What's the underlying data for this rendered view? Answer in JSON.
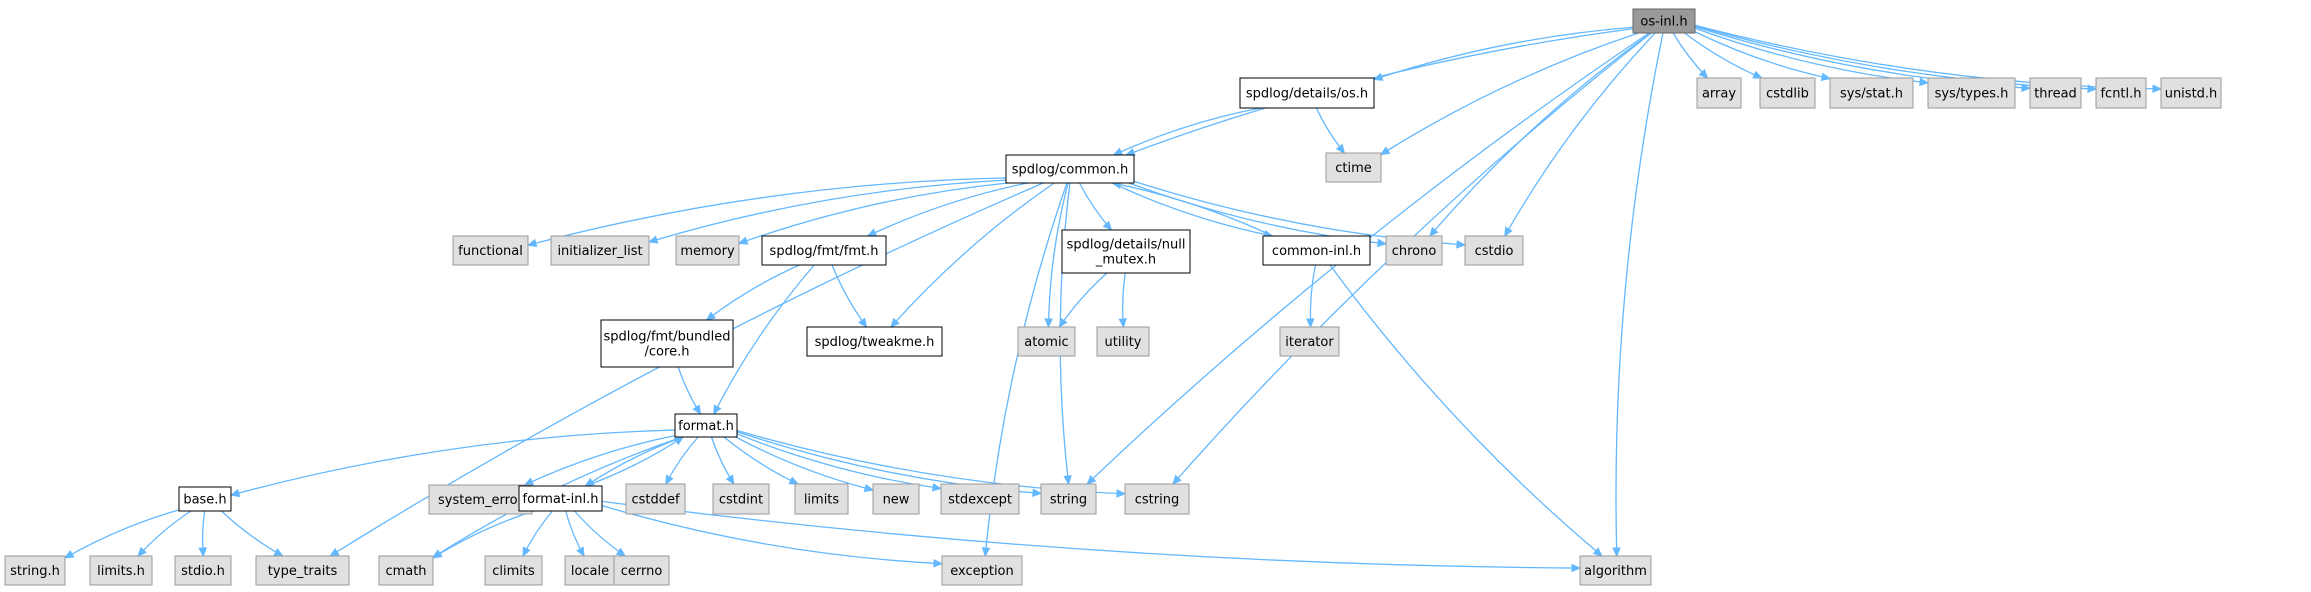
{
  "colors": {
    "root_fill": "#999999",
    "root_stroke": "#666666",
    "internal_fill": "#ffffff",
    "internal_stroke": "#000000",
    "external_fill": "#e0e0e0",
    "external_stroke": "#999999",
    "edge": "#63b8ff"
  },
  "nodes": [
    {
      "id": "os_inl",
      "kind": "root",
      "lines": [
        "os-inl.h"
      ]
    },
    {
      "id": "details_os",
      "kind": "internal",
      "lines": [
        "spdlog/details/os.h"
      ]
    },
    {
      "id": "array",
      "kind": "external",
      "lines": [
        "array"
      ]
    },
    {
      "id": "cstdlib",
      "kind": "external",
      "lines": [
        "cstdlib"
      ]
    },
    {
      "id": "sys_stat",
      "kind": "external",
      "lines": [
        "sys/stat.h"
      ]
    },
    {
      "id": "sys_types",
      "kind": "external",
      "lines": [
        "sys/types.h"
      ]
    },
    {
      "id": "thread",
      "kind": "external",
      "lines": [
        "thread"
      ]
    },
    {
      "id": "fcntl",
      "kind": "external",
      "lines": [
        "fcntl.h"
      ]
    },
    {
      "id": "unistd",
      "kind": "external",
      "lines": [
        "unistd.h"
      ]
    },
    {
      "id": "ctime",
      "kind": "external",
      "lines": [
        "ctime"
      ]
    },
    {
      "id": "common",
      "kind": "internal",
      "lines": [
        "spdlog/common.h"
      ]
    },
    {
      "id": "functional",
      "kind": "external",
      "lines": [
        "functional"
      ]
    },
    {
      "id": "initializer_list",
      "kind": "external",
      "lines": [
        "initializer_list"
      ]
    },
    {
      "id": "memory",
      "kind": "external",
      "lines": [
        "memory"
      ]
    },
    {
      "id": "fmt_fmt",
      "kind": "internal",
      "lines": [
        "spdlog/fmt/fmt.h"
      ]
    },
    {
      "id": "null_mutex",
      "kind": "internal",
      "lines": [
        "spdlog/details/null",
        "_mutex.h"
      ]
    },
    {
      "id": "common_inl",
      "kind": "internal",
      "lines": [
        "common-inl.h"
      ]
    },
    {
      "id": "chrono",
      "kind": "external",
      "lines": [
        "chrono"
      ]
    },
    {
      "id": "cstdio",
      "kind": "external",
      "lines": [
        "cstdio"
      ]
    },
    {
      "id": "bundled_core",
      "kind": "internal",
      "lines": [
        "spdlog/fmt/bundled",
        "/core.h"
      ]
    },
    {
      "id": "tweakme",
      "kind": "internal",
      "lines": [
        "spdlog/tweakme.h"
      ]
    },
    {
      "id": "atomic",
      "kind": "external",
      "lines": [
        "atomic"
      ]
    },
    {
      "id": "utility",
      "kind": "external",
      "lines": [
        "utility"
      ]
    },
    {
      "id": "iterator",
      "kind": "external",
      "lines": [
        "iterator"
      ]
    },
    {
      "id": "format",
      "kind": "internal",
      "lines": [
        "format.h"
      ]
    },
    {
      "id": "base",
      "kind": "internal",
      "lines": [
        "base.h"
      ]
    },
    {
      "id": "system_error",
      "kind": "external",
      "lines": [
        "system_error"
      ]
    },
    {
      "id": "format_inl",
      "kind": "internal",
      "lines": [
        "format-inl.h"
      ]
    },
    {
      "id": "cstddef",
      "kind": "external",
      "lines": [
        "cstddef"
      ]
    },
    {
      "id": "cstdint",
      "kind": "external",
      "lines": [
        "cstdint"
      ]
    },
    {
      "id": "limits",
      "kind": "external",
      "lines": [
        "limits"
      ]
    },
    {
      "id": "new",
      "kind": "external",
      "lines": [
        "new"
      ]
    },
    {
      "id": "stdexcept",
      "kind": "external",
      "lines": [
        "stdexcept"
      ]
    },
    {
      "id": "string",
      "kind": "external",
      "lines": [
        "string"
      ]
    },
    {
      "id": "cstring",
      "kind": "external",
      "lines": [
        "cstring"
      ]
    },
    {
      "id": "string_h",
      "kind": "external",
      "lines": [
        "string.h"
      ]
    },
    {
      "id": "limits_h",
      "kind": "external",
      "lines": [
        "limits.h"
      ]
    },
    {
      "id": "stdio_h",
      "kind": "external",
      "lines": [
        "stdio.h"
      ]
    },
    {
      "id": "type_traits",
      "kind": "external",
      "lines": [
        "type_traits"
      ]
    },
    {
      "id": "cmath",
      "kind": "external",
      "lines": [
        "cmath"
      ]
    },
    {
      "id": "climits",
      "kind": "external",
      "lines": [
        "climits"
      ]
    },
    {
      "id": "locale",
      "kind": "external",
      "lines": [
        "locale"
      ]
    },
    {
      "id": "cerrno",
      "kind": "external",
      "lines": [
        "cerrno"
      ]
    },
    {
      "id": "exception",
      "kind": "external",
      "lines": [
        "exception"
      ]
    },
    {
      "id": "algorithm",
      "kind": "external",
      "lines": [
        "algorithm"
      ]
    }
  ],
  "edges": [
    [
      "os_inl",
      "details_os"
    ],
    [
      "os_inl",
      "array"
    ],
    [
      "os_inl",
      "cstdlib"
    ],
    [
      "os_inl",
      "sys_stat"
    ],
    [
      "os_inl",
      "sys_types"
    ],
    [
      "os_inl",
      "thread"
    ],
    [
      "os_inl",
      "fcntl"
    ],
    [
      "os_inl",
      "unistd"
    ],
    [
      "os_inl",
      "ctime"
    ],
    [
      "os_inl",
      "common"
    ],
    [
      "os_inl",
      "chrono"
    ],
    [
      "os_inl",
      "cstdio"
    ],
    [
      "os_inl",
      "string"
    ],
    [
      "os_inl",
      "cstring"
    ],
    [
      "os_inl",
      "algorithm"
    ],
    [
      "details_os",
      "common"
    ],
    [
      "details_os",
      "ctime"
    ],
    [
      "common",
      "functional"
    ],
    [
      "common",
      "initializer_list"
    ],
    [
      "common",
      "memory"
    ],
    [
      "common",
      "fmt_fmt"
    ],
    [
      "common",
      "tweakme"
    ],
    [
      "common",
      "atomic"
    ],
    [
      "common",
      "null_mutex"
    ],
    [
      "common",
      "common_inl"
    ],
    [
      "common",
      "chrono"
    ],
    [
      "common",
      "cstdio"
    ],
    [
      "common",
      "string"
    ],
    [
      "common",
      "exception"
    ],
    [
      "common",
      "type_traits"
    ],
    [
      "common_inl",
      "common"
    ],
    [
      "common_inl",
      "iterator"
    ],
    [
      "common_inl",
      "algorithm"
    ],
    [
      "null_mutex",
      "atomic"
    ],
    [
      "null_mutex",
      "utility"
    ],
    [
      "fmt_fmt",
      "bundled_core"
    ],
    [
      "fmt_fmt",
      "tweakme"
    ],
    [
      "fmt_fmt",
      "format"
    ],
    [
      "bundled_core",
      "format"
    ],
    [
      "format",
      "base"
    ],
    [
      "format",
      "system_error"
    ],
    [
      "format",
      "format_inl"
    ],
    [
      "format",
      "cstddef"
    ],
    [
      "format",
      "cstdint"
    ],
    [
      "format",
      "limits"
    ],
    [
      "format",
      "new"
    ],
    [
      "format",
      "stdexcept"
    ],
    [
      "format",
      "string"
    ],
    [
      "format",
      "cstring"
    ],
    [
      "format",
      "cmath"
    ],
    [
      "format_inl",
      "format"
    ],
    [
      "format_inl",
      "cmath"
    ],
    [
      "format_inl",
      "climits"
    ],
    [
      "format_inl",
      "locale"
    ],
    [
      "format_inl",
      "cerrno"
    ],
    [
      "format_inl",
      "exception"
    ],
    [
      "format_inl",
      "algorithm"
    ],
    [
      "base",
      "string_h"
    ],
    [
      "base",
      "limits_h"
    ],
    [
      "base",
      "stdio_h"
    ],
    [
      "base",
      "type_traits"
    ]
  ]
}
